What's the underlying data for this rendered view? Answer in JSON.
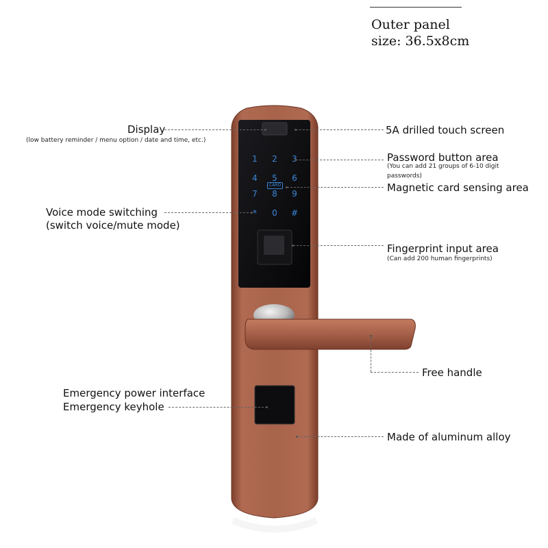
{
  "header": {
    "title_line1": "Outer panel",
    "title_line2": "size: 36.5x8cm"
  },
  "labels": {
    "display": "Display",
    "display_note": "(low battery reminder / menu option / date and time, etc.)",
    "touch_screen": "5A drilled touch screen",
    "password_area": "Password button area",
    "password_note_1": "(You can add 21 groups of 6-10 digit",
    "password_note_2": "passwords)",
    "card_area": "Magnetic card sensing area",
    "voice_mode": "Voice mode switching",
    "voice_note": "(switch voice/mute mode)",
    "fingerprint_area": "Fingerprint input area",
    "fingerprint_note": "(Can add 200 human fingerprints)",
    "free_handle": "Free handle",
    "emergency_power": "Emergency power interface",
    "emergency_keyhole": "Emergency keyhole",
    "aluminum": "Made of aluminum alloy"
  },
  "keypad": {
    "row1": [
      "1",
      "2",
      "3"
    ],
    "row2": [
      "4",
      "5",
      "6"
    ],
    "row3": [
      "7",
      "8",
      "9"
    ],
    "row4": [
      "*",
      "0",
      "#"
    ],
    "card_badge": "CARD"
  },
  "colors": {
    "panel": "#a5604a",
    "panel_dark": "#7a3f2e",
    "screen": "#0c0c0e",
    "key_text": "#3a88d8"
  }
}
